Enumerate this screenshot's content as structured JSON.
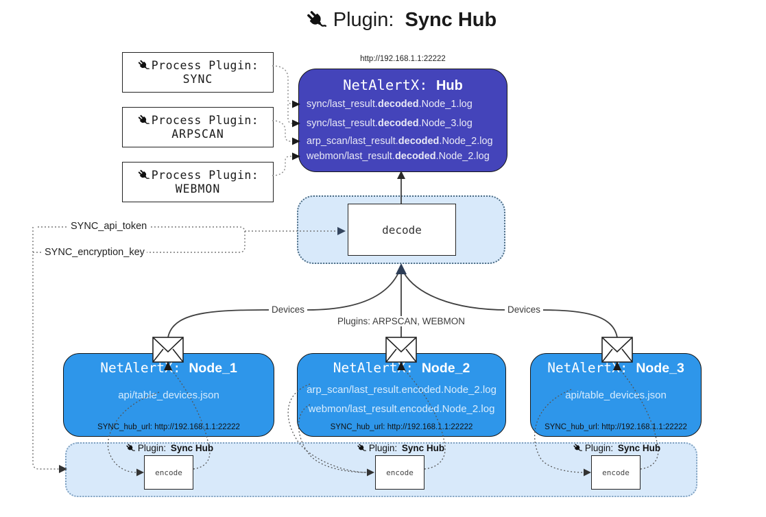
{
  "title": {
    "prefix": "Plugin: ",
    "name": "Sync Hub"
  },
  "icons": {
    "title_icon": "plug-icon",
    "process_icon": "plug-icon",
    "band_icon": "plug-icon",
    "message_icon": "envelope-icon"
  },
  "colors": {
    "hub_fill": "#4444BA",
    "node_fill": "#2E96EA",
    "band_fill": "#D8E9FA",
    "box_border": "#141414",
    "band_border": "#7FA0BF",
    "decode_border": "#4A6A82"
  },
  "process_plugins": [
    {
      "label": "Process Plugin:",
      "name": "SYNC"
    },
    {
      "label": "Process Plugin:",
      "name": "ARPSCAN"
    },
    {
      "label": "Process Plugin:",
      "name": "WEBMON"
    }
  ],
  "hub": {
    "url": "http://192.168.1.1:22222",
    "title_mono": "NetAlertX: ",
    "title_bold": "Hub",
    "lines": [
      {
        "pre": "sync/last_result.",
        "bold": "decoded",
        "post": ".Node_1.log"
      },
      {
        "pre": "sync/last_result.",
        "bold": "decoded",
        "post": ".Node_3.log"
      },
      {
        "pre": "arp_scan/last_result.",
        "bold": "decoded",
        "post": ".Node_2.log"
      },
      {
        "pre": "webmon/last_result.",
        "bold": "decoded",
        "post": ".Node_2.log"
      }
    ]
  },
  "env_labels": {
    "api_token": "SYNC_api_token",
    "encryption_key": "SYNC_encryption_key"
  },
  "decode_label": "decode",
  "edge_labels": {
    "devices_left": "Devices",
    "plugins_mid": "Plugins: ARPSCAN, WEBMON",
    "devices_right": "Devices"
  },
  "nodes": [
    {
      "title_mono": "NetAlertX: ",
      "title_bold": "Node_1",
      "lines": [
        "api/table_devices.json"
      ],
      "hub_url": "SYNC_hub_url: http://192.168.1.1:22222"
    },
    {
      "title_mono": "NetAlertX: ",
      "title_bold": "Node_2",
      "lines": [
        "arp_scan/last_result.encoded.Node_2.log",
        "webmon/last_result.encoded.Node_2.log"
      ],
      "hub_url": "SYNC_hub_url: http://192.168.1.1:22222"
    },
    {
      "title_mono": "NetAlertX: ",
      "title_bold": "Node_3",
      "lines": [
        "api/table_devices.json"
      ],
      "hub_url": "SYNC_hub_url: http://192.168.1.1:22222"
    }
  ],
  "encode_band": {
    "plugin_label": "Plugin: ",
    "plugin_name": "Sync Hub",
    "encode_label": "encode"
  }
}
